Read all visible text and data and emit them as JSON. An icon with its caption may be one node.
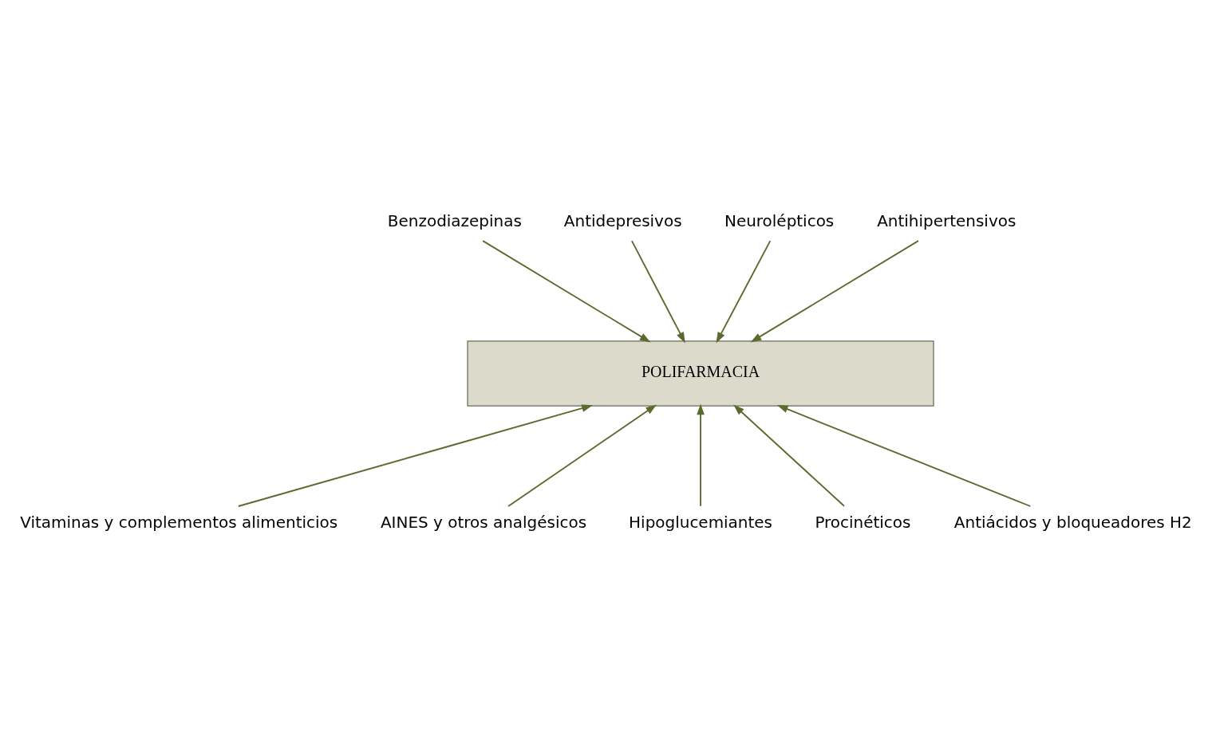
{
  "diagram": {
    "nodes": [
      {
        "text": [
          "POLIFARMACIA"
        ]
      },
      {
        "text": [
          "Benzodiazepinas"
        ]
      },
      {
        "text": [
          "Antidepresivos"
        ]
      },
      {
        "text": [
          "Neurolépticos"
        ]
      },
      {
        "text": [
          "Antihipertensivos"
        ]
      },
      {
        "text": [
          "Vitaminas y complementos alimenticios"
        ]
      },
      {
        "text": [
          "AINES y otros analgésicos"
        ]
      },
      {
        "text": [
          "Hipoglucemiantes"
        ]
      },
      {
        "text": [
          "Procinéticos"
        ]
      },
      {
        "text": [
          "Antiácidos y bloqueadores H2"
        ]
      }
    ],
    "edges": [
      {
        "from": 1,
        "to": 0,
        "arrow": "to"
      },
      {
        "from": 2,
        "to": 0,
        "arrow": "to"
      },
      {
        "from": 3,
        "to": 0,
        "arrow": "to"
      },
      {
        "from": 4,
        "to": 0,
        "arrow": "to"
      },
      {
        "from": 5,
        "to": 0,
        "arrow": "to"
      },
      {
        "from": 6,
        "to": 0,
        "arrow": "to"
      },
      {
        "from": 7,
        "to": 0,
        "arrow": "to"
      },
      {
        "from": 8,
        "to": 0,
        "arrow": "to"
      },
      {
        "from": 9,
        "to": 0,
        "arrow": "to"
      }
    ]
  }
}
